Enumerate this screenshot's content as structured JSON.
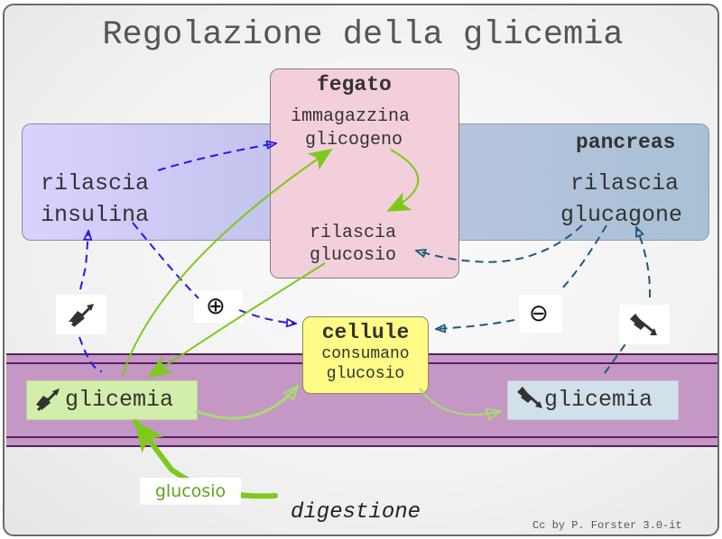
{
  "title": "Regolazione della glicemia",
  "liver": {
    "heading": "fegato",
    "store_line1": "immagazzina",
    "store_line2": "glicogeno",
    "release_line1": "rilascia",
    "release_line2": "glucosio"
  },
  "pancreas": {
    "heading": "pancreas",
    "insulin_line1": "rilascia",
    "insulin_line2": "insulina",
    "glucagon_line1": "rilascia",
    "glucagon_line2": "glucagone"
  },
  "cells": {
    "heading": "cellule",
    "line1": "consumano",
    "line2": "glucosio"
  },
  "blood": {
    "high_label": "glicemia",
    "high_icon": "arrow-up-right-icon",
    "low_label": "glicemia",
    "low_icon": "arrow-down-right-icon"
  },
  "signs": {
    "plus": "⊕",
    "minus": "⊖"
  },
  "input": {
    "glucose_label": "glucosio",
    "digestion_label": "digestione"
  },
  "credit": "Cc by P. Forster 3.0-it",
  "colors": {
    "insulin_arrow": "#2a17e6",
    "glucagon_arrow": "#1f5a7a",
    "glucose_flow": "#7dc91c",
    "glucose_flow_light": "#a8dc70",
    "blood_band": "#c497c4",
    "liver_box": "#f3cfdc",
    "cells_box": "#fffb86"
  }
}
